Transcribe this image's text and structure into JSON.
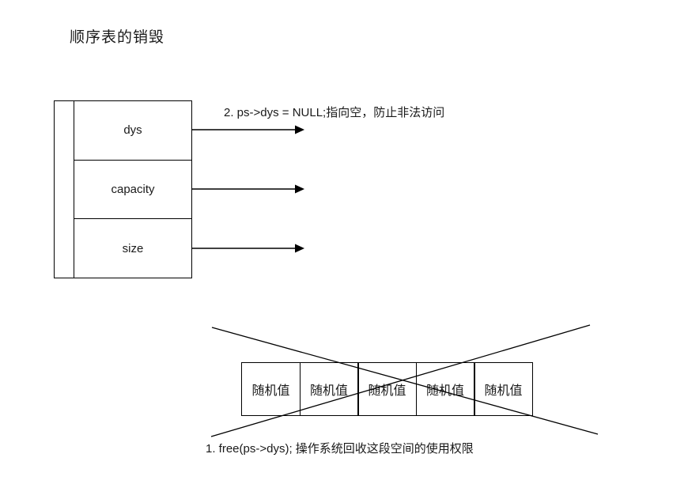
{
  "title": "顺序表的销毁",
  "struct": {
    "fields": [
      "dys",
      "capacity",
      "size"
    ]
  },
  "annotations": {
    "null_note": "2. ps->dys = NULL;指向空，防止非法访问",
    "free_note": "1. free(ps->dys); 操作系统回收这段空间的使用权限"
  },
  "memory": {
    "cells": [
      "随机值",
      "随机值",
      "随机值",
      "随机值",
      "随机值"
    ]
  },
  "colors": {
    "line": "#000000",
    "text": "#1a1a1a",
    "background": "#ffffff"
  }
}
